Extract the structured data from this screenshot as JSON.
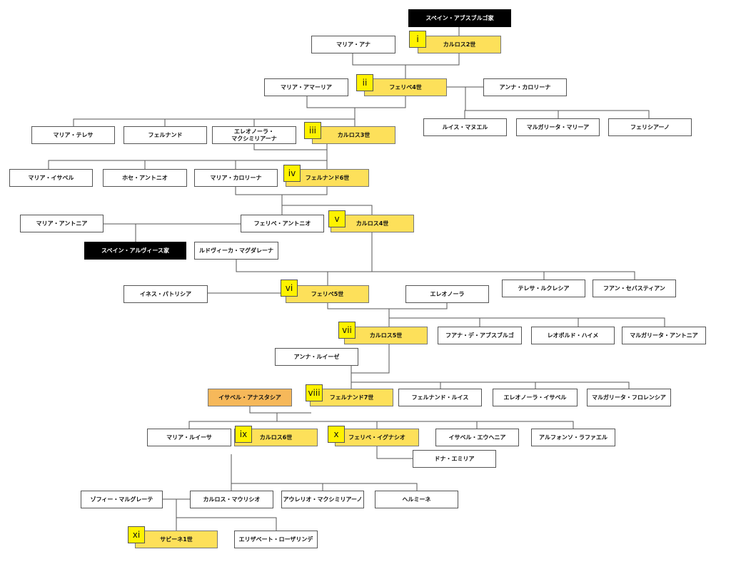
{
  "houses": {
    "habsburg": "スペイン・アブスブルゴ家",
    "alvis": "スペイン・アルヴィース家"
  },
  "badges": [
    "i",
    "ii",
    "iii",
    "iv",
    "v",
    "vi",
    "vii",
    "viii",
    "ix",
    "x",
    "xi"
  ],
  "persons": {
    "carlos2": "カルロス2世",
    "maria_ana": "マリア・アナ",
    "felipe4": "フェリペ4世",
    "maria_amaria": "マリア・アマーリア",
    "anna_carolina": "アンナ・カロリーナ",
    "maria_teresa": "マリア・テレサ",
    "fernando": "フェルナンド",
    "eleonora_line1": "エレオノーラ・",
    "eleonora_line2": "マクシミリアーナ",
    "carlos3": "カルロス3世",
    "luis_manuel": "ルイス・マヌエル",
    "margarita_maria": "マルガリータ・マリーア",
    "feliciano": "フェリシアーノ",
    "maria_isabel": "マリア・イサベル",
    "jose_antonio": "ホセ・アントニオ",
    "maria_carolina": "マリア・カロリーナ",
    "fernando6": "フェルナンド6世",
    "maria_antonia": "マリア・アントニア",
    "felipe_antonio": "フェリペ・アントニオ",
    "carlos4": "カルロス4世",
    "ludovica": "ルドヴィーカ・マグダレーナ",
    "ines_patricia": "イネス・パトリシア",
    "felipe5": "フェリペ5世",
    "eleonora": "エレオノーラ",
    "teresa_lucrecia": "テレサ・ルクレシア",
    "juan_sebastian": "フアン・セバスティアン",
    "carlos5": "カルロス5世",
    "juana": "フアナ・デ・アブスブルゴ",
    "leopoldo": "レオポルド・ハイメ",
    "margarita_antonia": "マルガリータ・アントニア",
    "anna_louise": "アンナ・ルイーゼ",
    "isabel_anastasia": "イサベル・アナスタシア",
    "fernando7": "フェルナンド7世",
    "fernando_luis": "フェルナンド・ルイス",
    "eleonora_isabel": "エレオノーラ・イサベル",
    "margarita_florencia": "マルガリータ・フロレンシア",
    "maria_luisa": "マリア・ルイーサ",
    "carlos6": "カルロス6世",
    "felipe_ignacio": "フェリペ・イグナシオ",
    "isabel_eugenia": "イサベル・エウヘニア",
    "alfonso_rafael": "アルフォンソ・ラファエル",
    "dona_emilia": "ドナ・エミリア",
    "sophie": "ゾフィー・マルグレーテ",
    "carlos_mauricio": "カルロス・マウリシオ",
    "aurelio": "アウレリオ・マクシミリアーノ",
    "herminia": "ヘルミーネ",
    "sabine1": "サビーネ1世",
    "elisabeth": "エリザベート・ローザリンデ"
  }
}
